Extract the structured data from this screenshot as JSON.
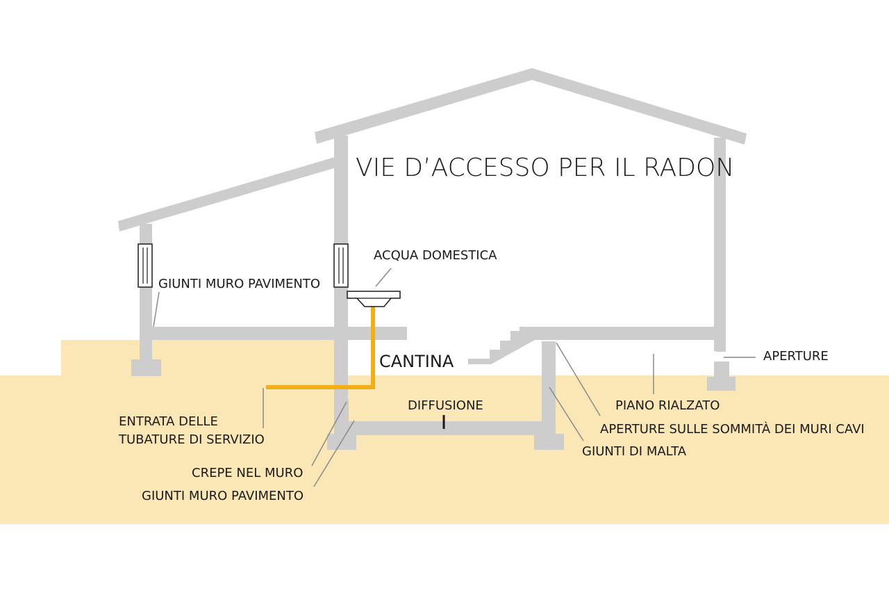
{
  "title": "VIE D’ACCESSO PER IL RADON",
  "colors": {
    "ground": "#FBE7B6",
    "structure": "#CDCDCD",
    "pipe": "#F2AE12",
    "leader": "#8A8A8A",
    "text": "#1A1A1A"
  },
  "labels": {
    "giunti_muro_pavimento_upper": "GIUNTI MURO PAVIMENTO",
    "acqua_domestica": "ACQUA DOMESTICA",
    "cantina": "CANTINA",
    "aperture": "APERTURE",
    "diffusione": "DIFFUSIONE",
    "piano_rialzato": "PIANO RIALZATO",
    "aperture_sommita": "APERTURE SULLE SOMMITÀ DEI MURI CAVI",
    "giunti_di_malta": "GIUNTI DI MALTA",
    "entrata_line1": "ENTRATA DELLE",
    "entrata_line2": "TUBATURE DI SERVIZIO",
    "crepe_nel_muro": "CREPE NEL MURO",
    "giunti_muro_pavimento_lower": "GIUNTI MURO PAVIMENTO"
  }
}
